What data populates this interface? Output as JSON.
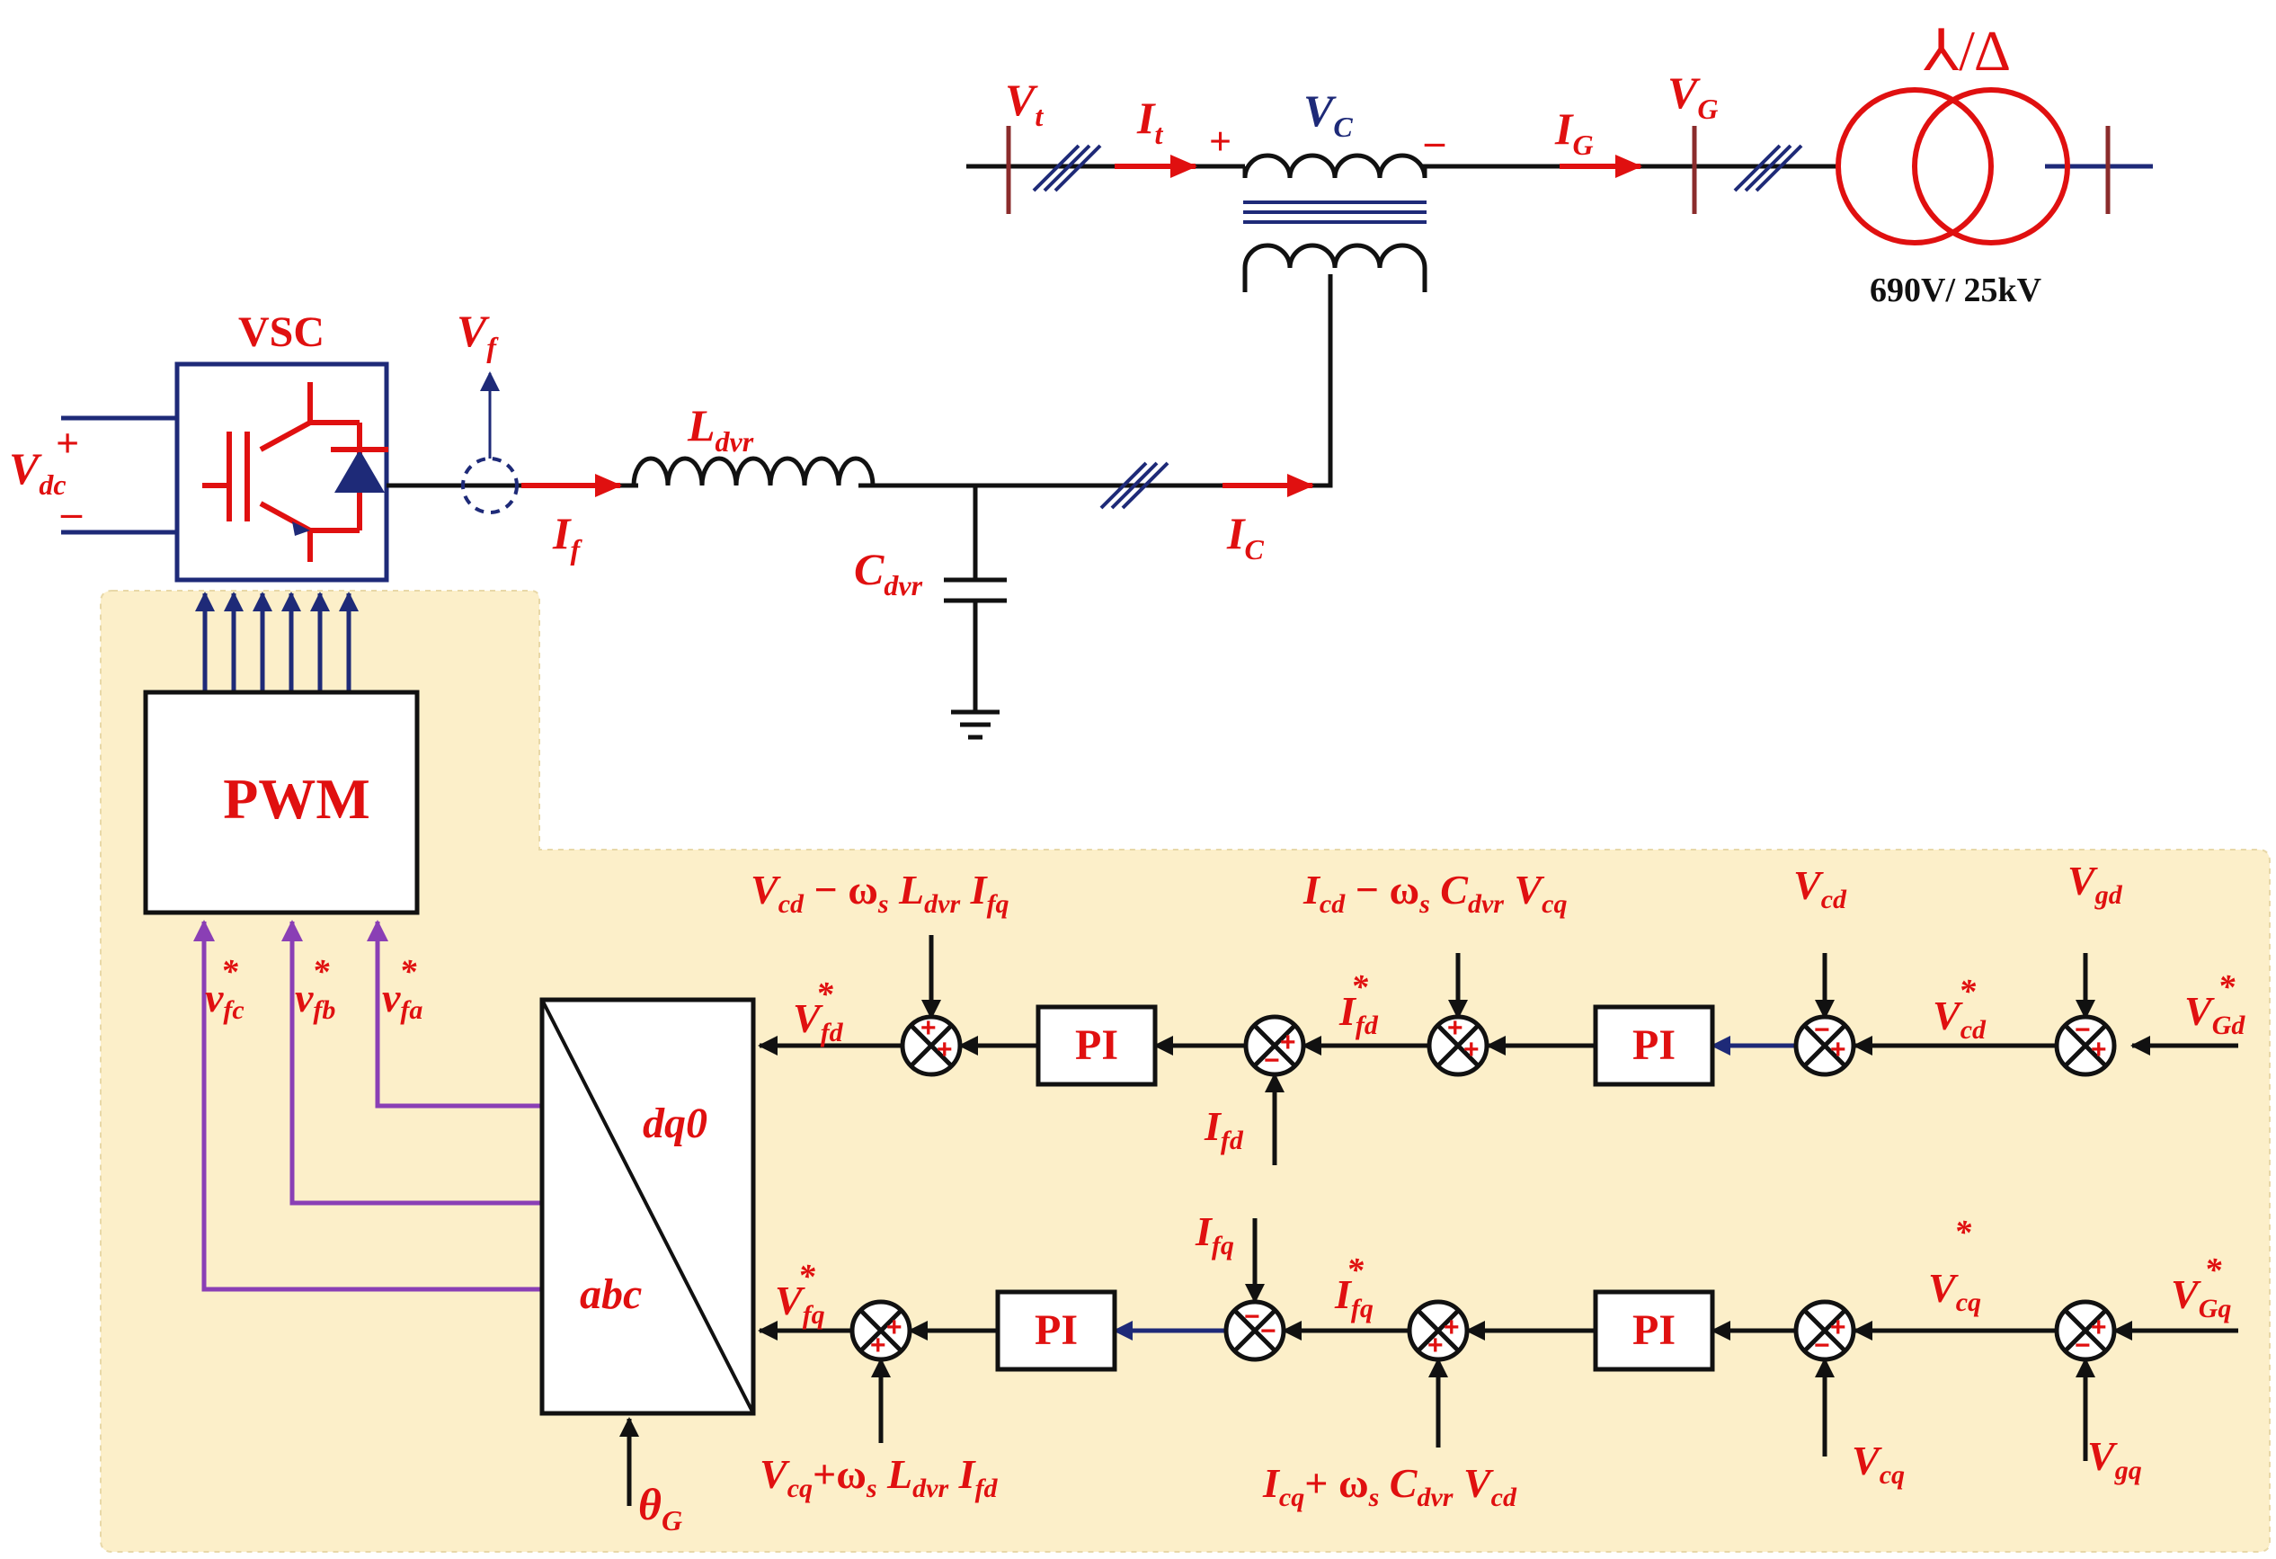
{
  "colors": {
    "signal_red": "#e01010",
    "navy": "#1e2a78",
    "wire_black": "#111111",
    "purple_line": "#8a3fb5",
    "control_bg": "#fcefc9"
  },
  "power": {
    "vt": {
      "main": "V",
      "sub": "t"
    },
    "it": {
      "main": "I",
      "sub": "t"
    },
    "vc": {
      "main": "V",
      "sub": "C"
    },
    "plus": "+",
    "minus": "–",
    "ig": {
      "main": "I",
      "sub": "G"
    },
    "vg": {
      "main": "V",
      "sub": "G"
    },
    "transformer_symbol": "⅄/∆",
    "transformer_rating": "690V/ 25kV",
    "vsc_label": "VSC",
    "vdc": {
      "main": "V",
      "sub": "dc"
    },
    "vdc_plus": "+",
    "vdc_minus": "–",
    "vf": {
      "main": "V",
      "sub": "f"
    },
    "if": {
      "main": "I",
      "sub": "f"
    },
    "ldvr": {
      "main": "L",
      "sub": "dvr"
    },
    "cdvr": {
      "main": "C",
      "sub": "dvr"
    },
    "ic": {
      "main": "I",
      "sub": "C"
    }
  },
  "control": {
    "pwm_label": "PWM",
    "vfc": {
      "main": "v",
      "sub": "fc",
      "sup": "*"
    },
    "vfb": {
      "main": "v",
      "sub": "fb",
      "sup": "*"
    },
    "vfa": {
      "main": "v",
      "sub": "fa",
      "sup": "*"
    },
    "transform_top": "dq0",
    "transform_bottom": "abc",
    "theta": {
      "main": "θ",
      "sub": "G"
    },
    "pi_label": "PI",
    "d_axis": {
      "ff_outer": "V_cd − ω_s L_dvr I_fq",
      "vfd_ref": {
        "main": "V",
        "sub": "fd",
        "sup": "*"
      },
      "ifd_fb": {
        "main": "I",
        "sub": "fd"
      },
      "ifd_ref": {
        "main": "I",
        "sub": "fd",
        "sup": "*"
      },
      "ff_inner": "I_cd − ω_s C_dvr V_cq",
      "vcd_fb": {
        "main": "V",
        "sub": "cd"
      },
      "vcd_ref": {
        "main": "V",
        "sub": "cd",
        "sup": "*"
      },
      "vgd": {
        "main": "V",
        "sub": "gd"
      },
      "vgd_ref": {
        "main": "V",
        "sub": "Gd",
        "sup": "*"
      }
    },
    "q_axis": {
      "ifq_fb": {
        "main": "I",
        "sub": "fq"
      },
      "vfq_ref": {
        "main": "V",
        "sub": "fq",
        "sup": "*"
      },
      "ifq_ref": {
        "main": "I",
        "sub": "fq",
        "sup": "*"
      },
      "vcq_ref": {
        "main": "V",
        "sub": "cq",
        "sup": "*"
      },
      "vgq_ref": {
        "main": "V",
        "sub": "Gq",
        "sup": "*"
      },
      "ff_outer": "V_cq+ω_s L_dvr I_fd",
      "ff_inner": "I_cq+ ω_s C_dvr V_cd",
      "vcq_fb": {
        "main": "V",
        "sub": "cq"
      },
      "vgq": {
        "main": "V",
        "sub": "gq"
      }
    }
  }
}
